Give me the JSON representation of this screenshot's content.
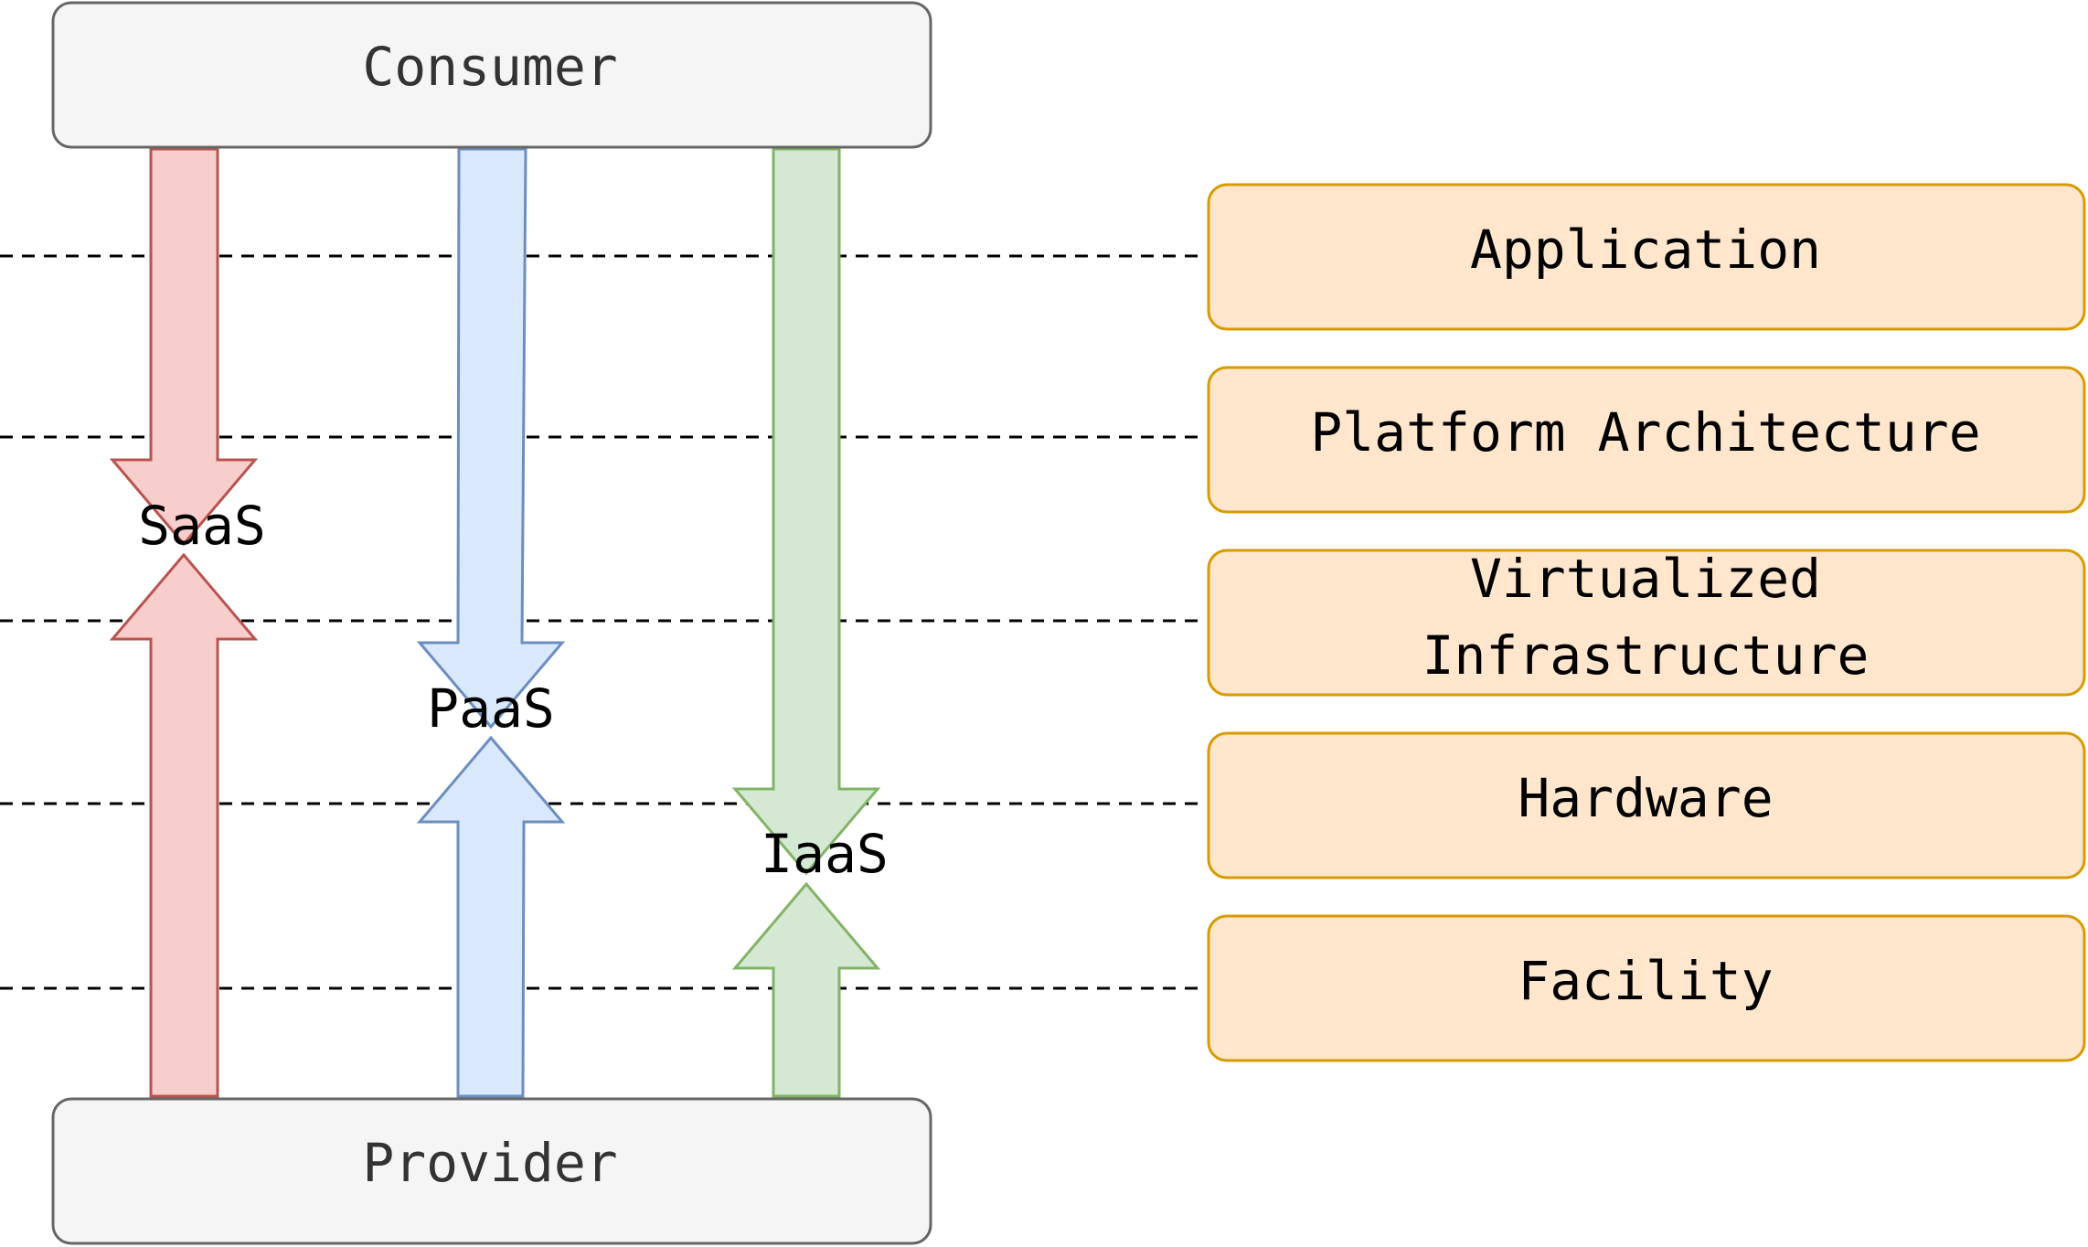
{
  "actors": {
    "consumer": "Consumer",
    "provider": "Provider"
  },
  "service_models": [
    {
      "label": "SaaS",
      "fill": "#f8cecc",
      "stroke": "#b85450"
    },
    {
      "label": "PaaS",
      "fill": "#dae8fc",
      "stroke": "#6c8ebf"
    },
    {
      "label": "IaaS",
      "fill": "#d5e8d4",
      "stroke": "#82b366"
    }
  ],
  "layers": [
    {
      "lines": [
        "Application"
      ]
    },
    {
      "lines": [
        "Platform Architecture"
      ]
    },
    {
      "lines": [
        "Virtualized",
        "Infrastructure"
      ]
    },
    {
      "lines": [
        "Hardware"
      ]
    },
    {
      "lines": [
        "Facility"
      ]
    }
  ],
  "colors": {
    "actor_fill": "#f5f5f5",
    "actor_stroke": "#666666",
    "actor_text": "#333333",
    "layer_fill": "#ffe6cc",
    "layer_stroke": "#d79b00",
    "text": "#000000",
    "dashed_line": "#000000"
  }
}
